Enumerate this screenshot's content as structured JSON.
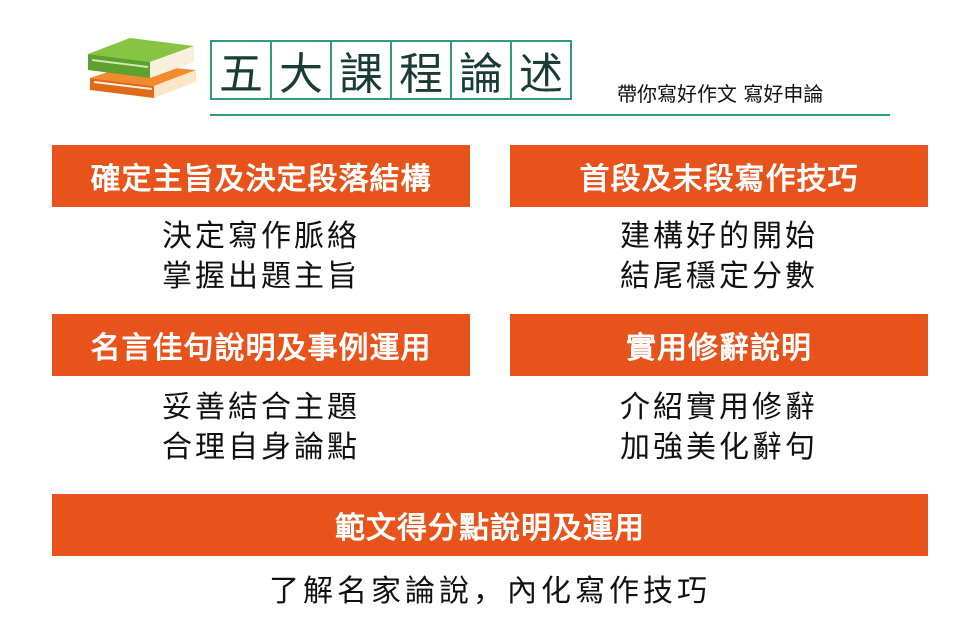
{
  "header": {
    "title_chars": [
      "五",
      "大",
      "課",
      "程",
      "論",
      "述"
    ],
    "subtitle": "帶你寫好作文 寫好申論",
    "logo_icon": "books-icon",
    "accent_color": "#2f9a7c"
  },
  "sections": [
    {
      "heading": "確定主旨及決定段落結構",
      "lines": [
        "決定寫作脈絡",
        "掌握出題主旨"
      ]
    },
    {
      "heading": "首段及末段寫作技巧",
      "lines": [
        "建構好的開始",
        "結尾穩定分數"
      ]
    },
    {
      "heading": "名言佳句說明及事例運用",
      "lines": [
        "妥善結合主題",
        "合理自身論點"
      ]
    },
    {
      "heading": "實用修辭說明",
      "lines": [
        "介紹實用修辭",
        "加強美化辭句"
      ]
    }
  ],
  "footer_section": {
    "heading": "範文得分點說明及運用",
    "line": "了解名家論說，內化寫作技巧"
  },
  "colors": {
    "box": "#e8531c",
    "text": "#111111"
  }
}
